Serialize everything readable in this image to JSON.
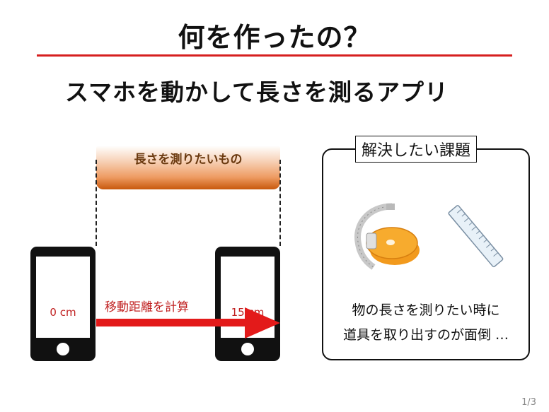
{
  "title": "何を作ったの？",
  "subtitle": "スマホを動かして長さを測るアプリ",
  "diagram": {
    "object_label": "長さを測りたいもの",
    "phone_left_text": "0 cm",
    "phone_right_text": "15 cm",
    "movement_label": "移動距離を計算"
  },
  "problem": {
    "heading": "解決したい課題",
    "line1": "物の長さを測りたい時に",
    "line2": "道具を取り出すのが面倒 …"
  },
  "page_number": "1/3",
  "colors": {
    "accent_red": "#d61f1f",
    "arrow_red": "#e31a1a",
    "object_orange": "#ee9c63"
  }
}
